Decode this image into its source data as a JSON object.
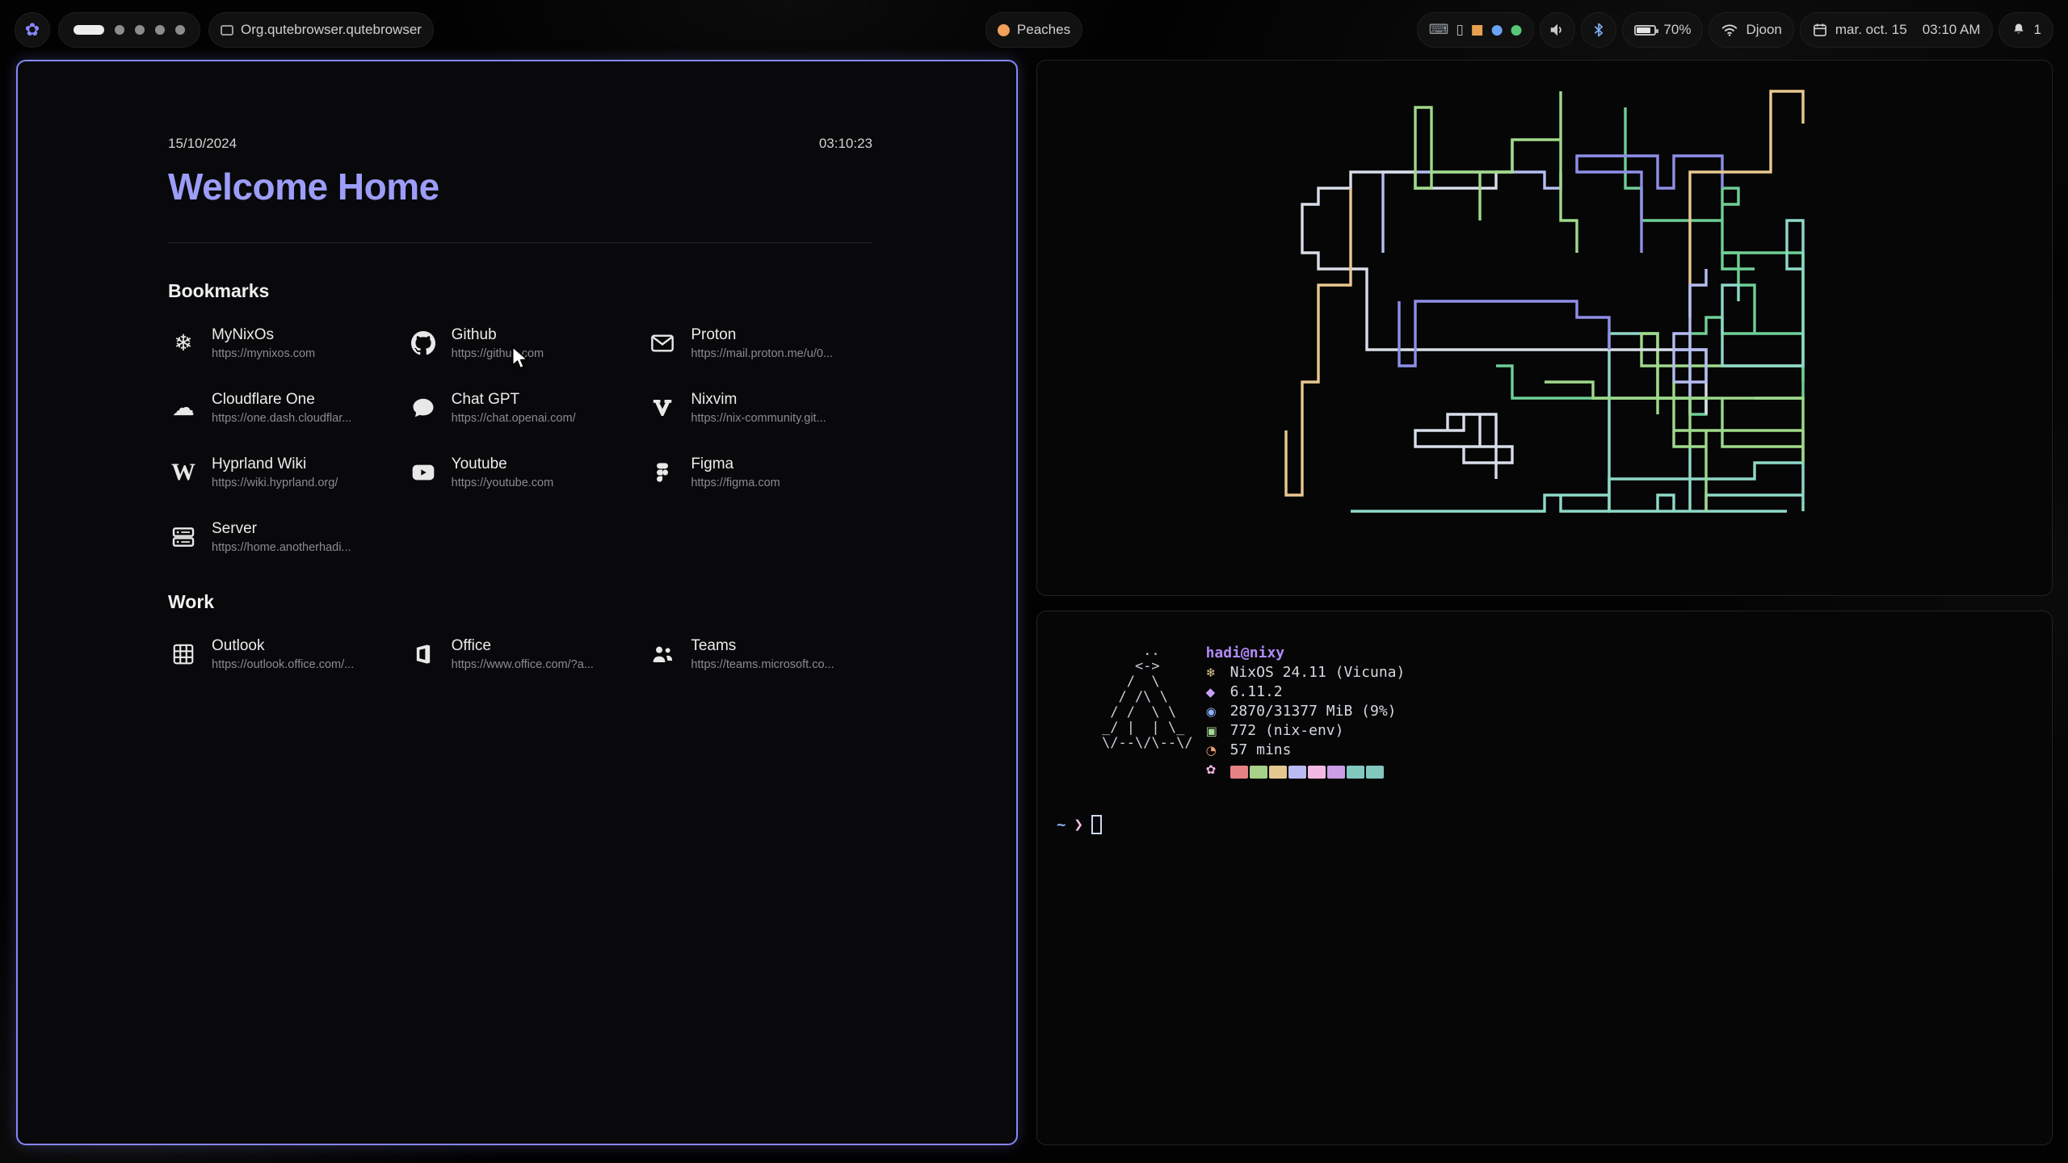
{
  "colors": {
    "accent": "#8587f8",
    "title": "#9c9df8",
    "peach": "#f0a05a",
    "prompt_path": "#8aadf4",
    "prompt_symbol": "#f5bde6"
  },
  "topbar": {
    "launcher_glyph": "✿",
    "window_chip": {
      "title": "Org.qutebrowser.qutebrowser"
    },
    "center_chip": {
      "label": "Peaches"
    },
    "tray_icons": [
      {
        "name": "keyboard-tray-icon",
        "glyph": "⌨",
        "color": "#9aa0a6"
      },
      {
        "name": "battery-tray-icon",
        "glyph": "▯",
        "color": "#b8bcc2"
      },
      {
        "name": "color-tray-icon",
        "glyph": "■",
        "color": "#e8a04c"
      },
      {
        "name": "bluetooth-tray-icon",
        "glyph": "●",
        "color": "#6aa3f7"
      },
      {
        "name": "status-tray-icon",
        "glyph": "●",
        "color": "#57c878"
      }
    ],
    "battery_pct": "70%",
    "network_ssid": "Djoon",
    "clock_date": "mar. oct. 15",
    "clock_time": "03:10 AM",
    "notification_count": "1"
  },
  "startpage": {
    "date": "15/10/2024",
    "time": "03:10:23",
    "title": "Welcome Home",
    "sections": [
      {
        "heading": "Bookmarks",
        "items": [
          {
            "name": "MyNixOs",
            "url": "https://mynixos.com",
            "icon": "nix-icon"
          },
          {
            "name": "Github",
            "url": "https://github.com",
            "icon": "github-icon"
          },
          {
            "name": "Proton",
            "url": "https://mail.proton.me/u/0...",
            "icon": "mail-icon"
          },
          {
            "name": "Cloudflare One",
            "url": "https://one.dash.cloudflar...",
            "icon": "cloud-icon"
          },
          {
            "name": "Chat GPT",
            "url": "https://chat.openai.com/",
            "icon": "chat-icon"
          },
          {
            "name": "Nixvim",
            "url": "https://nix-community.git...",
            "icon": "vim-icon"
          },
          {
            "name": "Hyprland Wiki",
            "url": "https://wiki.hyprland.org/",
            "icon": "wiki-icon"
          },
          {
            "name": "Youtube",
            "url": "https://youtube.com",
            "icon": "youtube-icon"
          },
          {
            "name": "Figma",
            "url": "https://figma.com",
            "icon": "figma-icon"
          },
          {
            "name": "Server",
            "url": "https://home.anotherhadi...",
            "icon": "server-icon"
          }
        ]
      },
      {
        "heading": "Work",
        "items": [
          {
            "name": "Outlook",
            "url": "https://outlook.office.com/...",
            "icon": "outlook-icon"
          },
          {
            "name": "Office",
            "url": "https://www.office.com/?a...",
            "icon": "office-icon"
          },
          {
            "name": "Teams",
            "url": "https://teams.microsoft.co...",
            "icon": "teams-icon"
          }
        ]
      }
    ]
  },
  "pipes": {
    "seed": 20241015,
    "pipe_count": 16,
    "colors": [
      "#8fd9c9",
      "#9fd98a",
      "#b5bdf2",
      "#8f8fe8",
      "#e8c98f",
      "#d8dee9",
      "#6fcf97"
    ]
  },
  "fetch": {
    "user_host": "hadi@nixy",
    "ascii_art": [
      "     ..",
      "    <->",
      "   /  \\",
      "  / /\\ \\",
      " / /  \\ \\",
      "_/ |  | \\_",
      "\\/--\\/\\--\\/"
    ],
    "lines": [
      {
        "icon": "❄",
        "icon_color": "#e5c890",
        "text": "NixOS 24.11 (Vicuna)"
      },
      {
        "icon": "◆",
        "icon_color": "#c6a0f6",
        "text": "6.11.2"
      },
      {
        "icon": "◉",
        "icon_color": "#8aadf4",
        "text": "2870/31377 MiB (9%)"
      },
      {
        "icon": "▣",
        "icon_color": "#a6da95",
        "text": "772 (nix-env)"
      },
      {
        "icon": "◔",
        "icon_color": "#ef9f76",
        "text": "57 mins"
      }
    ],
    "palette_icon": "✿",
    "palette_icon_color": "#f4b8e4",
    "palette": [
      "#e78284",
      "#a6d189",
      "#e5c890",
      "#babbf1",
      "#f4b8e4",
      "#ca9ee6",
      "#81c8be",
      "#81c8be"
    ],
    "prompt_path": "~",
    "prompt_symbol": "❯"
  }
}
